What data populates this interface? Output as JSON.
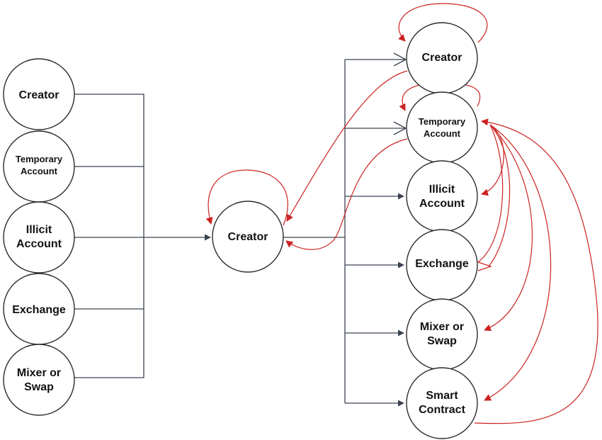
{
  "colors": {
    "dark_line": "#3a4350",
    "red_line": "#cc2222",
    "node_stroke": "#2b2b2b"
  },
  "left_nodes": [
    {
      "lines": [
        "Creator"
      ]
    },
    {
      "lines": [
        "Temporary",
        "Account"
      ]
    },
    {
      "lines": [
        "Illicit",
        "Account"
      ]
    },
    {
      "lines": [
        "Exchange"
      ]
    },
    {
      "lines": [
        "Mixer or",
        "Swap"
      ]
    }
  ],
  "center_node": {
    "lines": [
      "Creator"
    ]
  },
  "right_nodes": [
    {
      "lines": [
        "Creator"
      ]
    },
    {
      "lines": [
        "Temporary",
        "Account"
      ]
    },
    {
      "lines": [
        "Illicit",
        "Account"
      ]
    },
    {
      "lines": [
        "Exchange"
      ]
    },
    {
      "lines": [
        "Mixer or",
        "Swap"
      ]
    },
    {
      "lines": [
        "Smart",
        "Contract"
      ]
    }
  ]
}
